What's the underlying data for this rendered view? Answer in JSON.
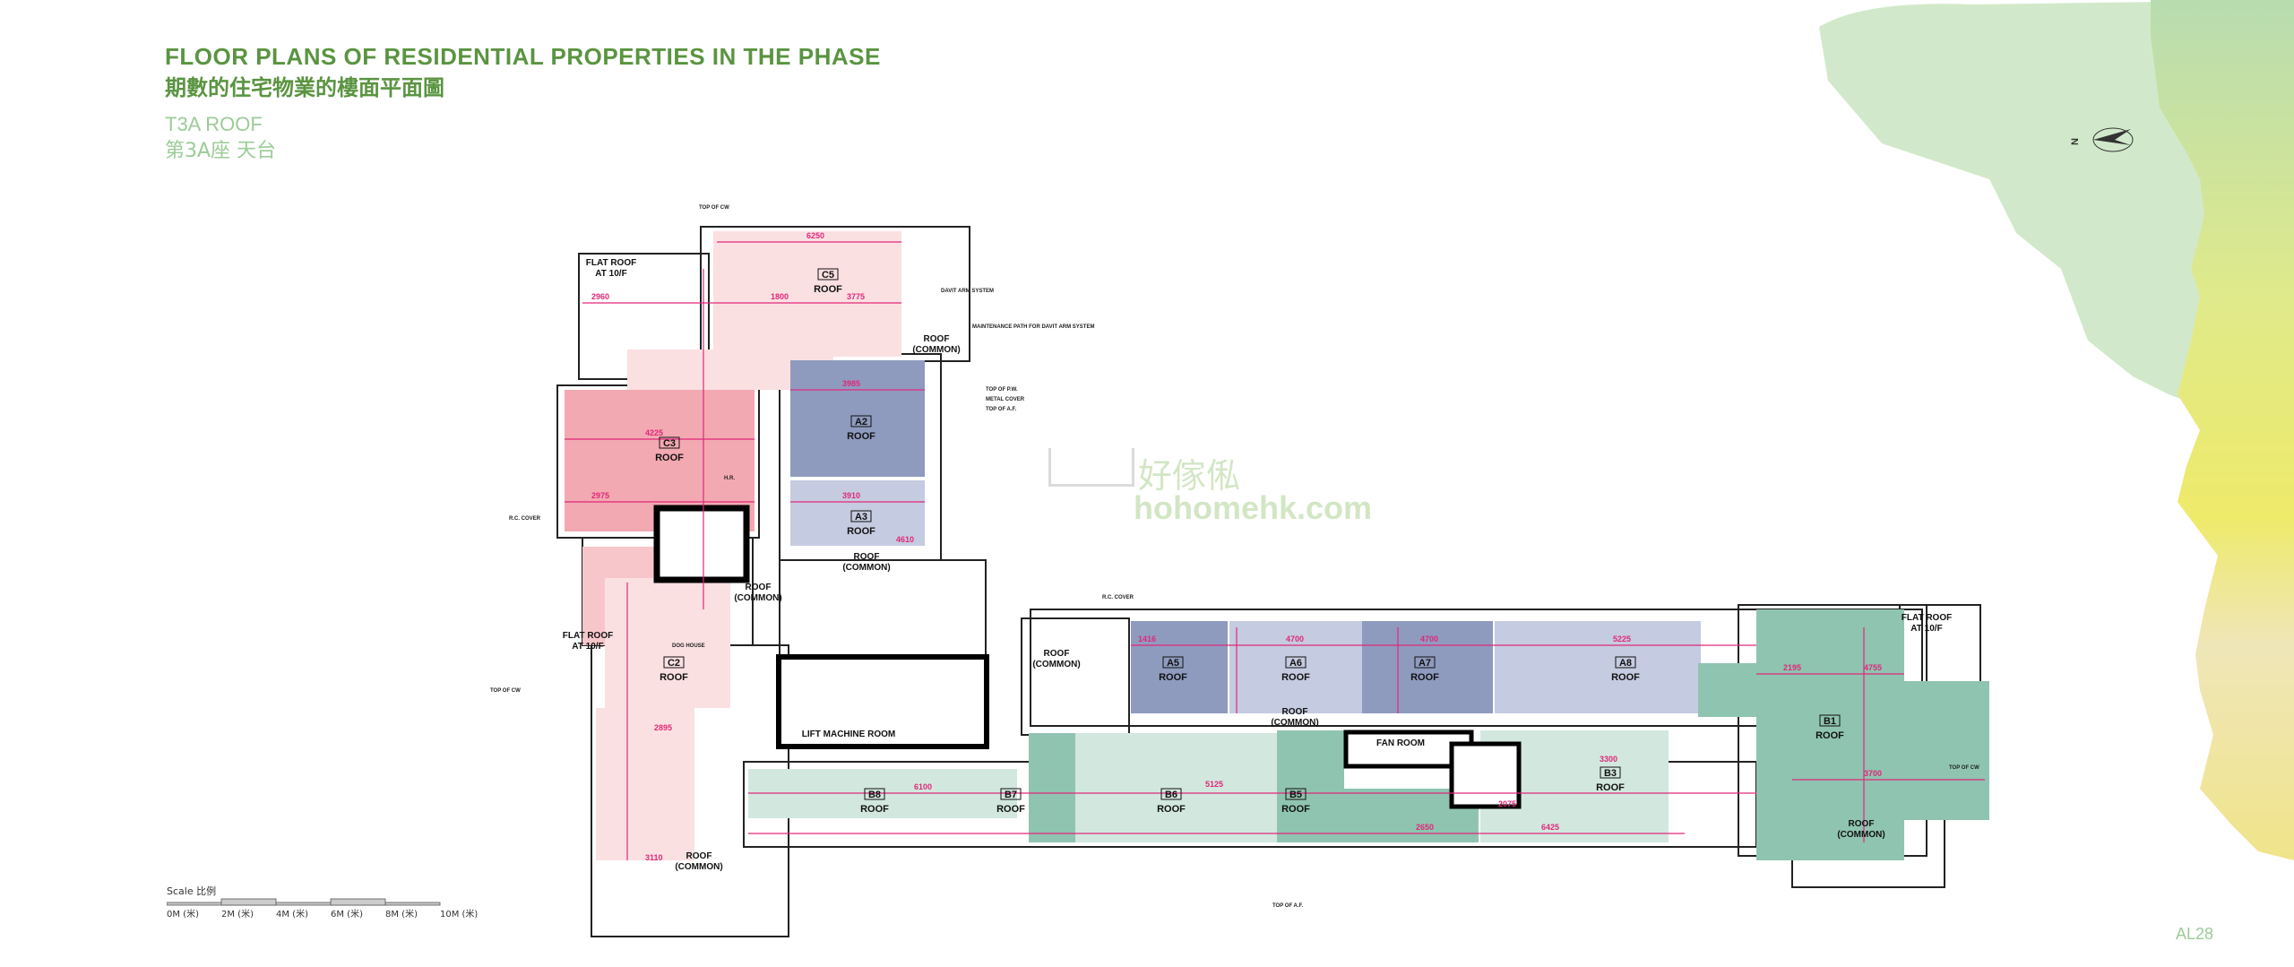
{
  "header": {
    "title_en": "FLOOR PLANS OF RESIDENTIAL PROPERTIES IN THE PHASE",
    "title_zh": "期數的住宅物業的樓面平面圖",
    "floor_en": "T3A  ROOF",
    "floor_zh": "第3A座  天台"
  },
  "north_label": "N",
  "scale": {
    "label": "Scale 比例",
    "ticks": [
      "0M (米)",
      "2M (米)",
      "4M (米)",
      "6M (米)",
      "8M (米)",
      "10M (米)"
    ]
  },
  "page_number": "AL28",
  "watermark": {
    "zh": "好傢俬",
    "en": "hohomehk.com"
  },
  "plan": {
    "units": [
      {
        "code": "C5",
        "label": "ROOF"
      },
      {
        "code": "C3",
        "label": "ROOF"
      },
      {
        "code": "A2",
        "label": "ROOF"
      },
      {
        "code": "A3",
        "label": "ROOF"
      },
      {
        "code": "C2",
        "label": "ROOF"
      },
      {
        "code": "A5",
        "label": "ROOF"
      },
      {
        "code": "A6",
        "label": "ROOF"
      },
      {
        "code": "A7",
        "label": "ROOF"
      },
      {
        "code": "A8",
        "label": "ROOF"
      },
      {
        "code": "B1",
        "label": "ROOF"
      },
      {
        "code": "B3",
        "label": "ROOF"
      },
      {
        "code": "B5",
        "label": "ROOF"
      },
      {
        "code": "B6",
        "label": "ROOF"
      },
      {
        "code": "B7",
        "label": "ROOF"
      },
      {
        "code": "B8",
        "label": "ROOF"
      }
    ],
    "flat_roof": [
      "FLAT ROOF",
      "AT 10/F"
    ],
    "roof_common": [
      "ROOF",
      "(COMMON)"
    ],
    "lift_machine_room": "LIFT MACHINE ROOM",
    "fan_room": "FAN ROOM",
    "notes": {
      "top_of_cw": "TOP OF CW",
      "top_of_pw": "TOP OF P.W.",
      "top_of_af": "TOP OF A.F.",
      "metal_cover": "METAL COVER",
      "rc_cover": "R.C. COVER",
      "davit": "DAVIT ARM SYSTEM",
      "maintenance": "MAINTENANCE PATH FOR DAVIT ARM SYSTEM",
      "dog_house": "DOG HOUSE",
      "hr": "H.R."
    },
    "dims": [
      "6250",
      "2960",
      "1800",
      "3775",
      "4225",
      "2975",
      "3985",
      "3910",
      "4610",
      "1416",
      "4700",
      "4700",
      "5225",
      "2195",
      "4755",
      "3700",
      "6100",
      "5125",
      "3300",
      "2075",
      "6425",
      "2895",
      "3110",
      "2650"
    ]
  },
  "colors": {
    "title": "#5a9441",
    "subtitle": "#9ccb98",
    "pink_light": "#f9d5d8",
    "pink": "#f2a9b2",
    "blue_dark": "#8e9bbf",
    "blue_light": "#c5cbe0",
    "teal": "#8fc4b0",
    "green_light": "#d2e8df",
    "dimension": "#e0287a"
  }
}
